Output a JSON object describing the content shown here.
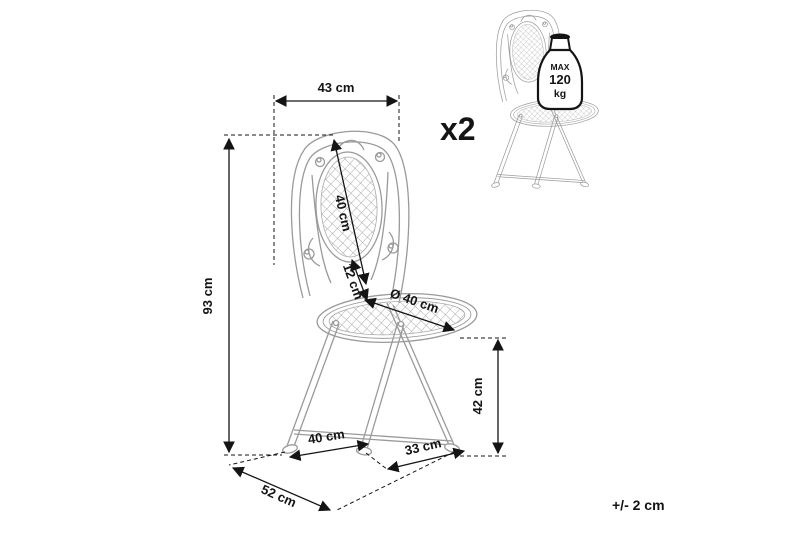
{
  "diagram": {
    "quantity_label": "x2",
    "tolerance_label": "+/- 2 cm"
  },
  "dimensions": {
    "overall_width": "43 cm",
    "overall_height": "93 cm",
    "backrest_height": "40 cm",
    "backrest_to_seat": "12 cm",
    "seat_diameter": "Ø 40 cm",
    "seat_height": "42 cm",
    "footprint_front": "40 cm",
    "footprint_side": "33 cm",
    "footprint_depth": "52 cm"
  },
  "weight_limit": {
    "prefix": "MAX",
    "value": "120",
    "unit": "kg"
  },
  "colors": {
    "artwork_line": "#9a9a9a",
    "dimension_line": "#141414",
    "background": "#ffffff"
  }
}
